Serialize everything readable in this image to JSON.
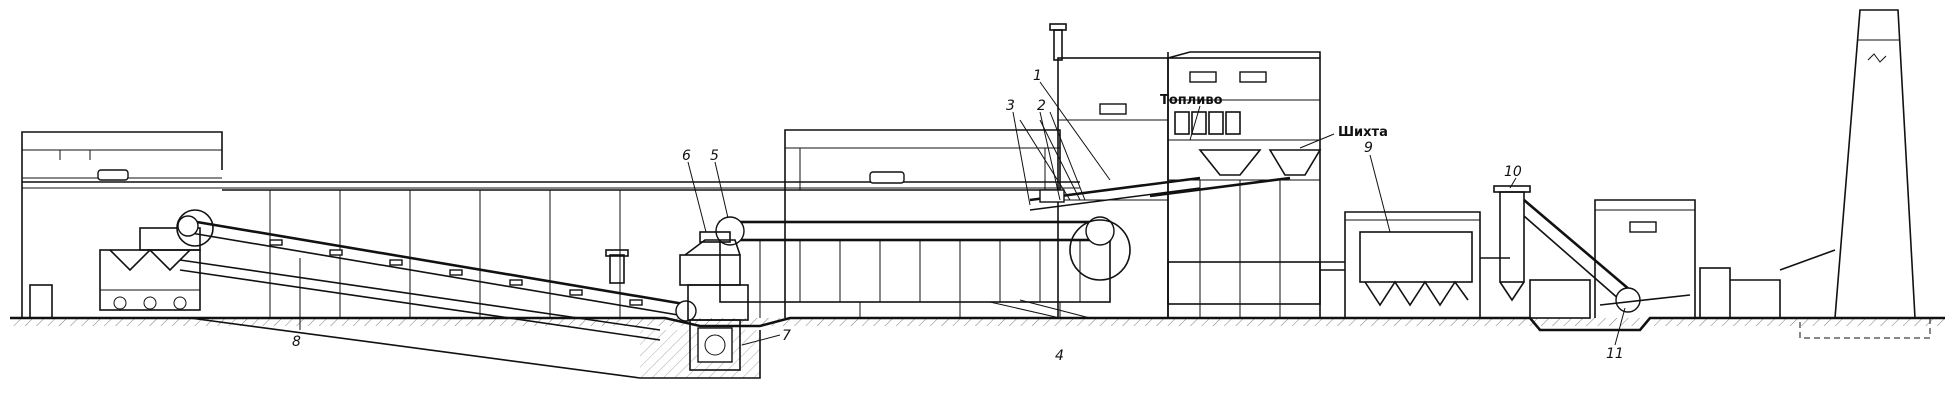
{
  "labels": {
    "fuel": "Топливо",
    "charge": "Шихта",
    "n1": "1",
    "n2": "2",
    "n3": "3",
    "n4": "4",
    "n5": "5",
    "n6": "6",
    "n7": "7",
    "n8": "8",
    "n9": "9",
    "n10": "10",
    "n11": "11"
  }
}
